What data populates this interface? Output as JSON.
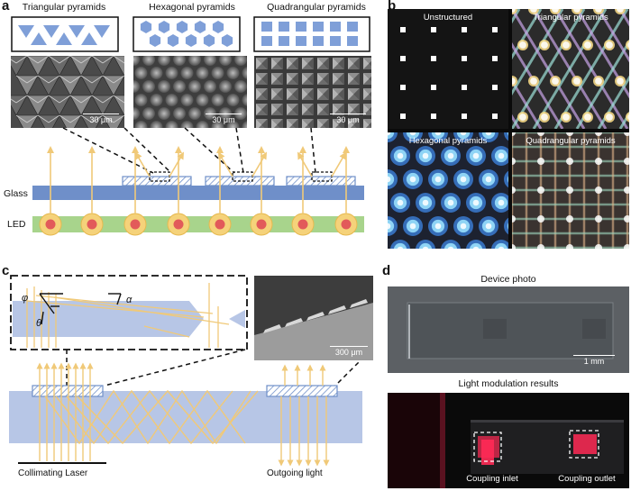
{
  "panel_a": {
    "letter": "a",
    "captions": [
      "Triangular pyramids",
      "Hexagonal pyramids",
      "Quadrangular pyramids"
    ],
    "scale_label": "30 μm",
    "glass_label": "Glass",
    "led_label": "LED"
  },
  "panel_b": {
    "letter": "b",
    "labels": [
      "Unstructured",
      "Triangular pyramids",
      "Hexagonal pyramids",
      "Quadrangular pyramids"
    ]
  },
  "panel_c": {
    "letter": "c",
    "phi": "φ",
    "theta": "θ",
    "alpha": "α",
    "scale_label": "300 μm",
    "collimating_label": "Collimating Laser",
    "outgoing_label": "Outgoing light"
  },
  "panel_d": {
    "letter": "d",
    "device_title": "Device photo",
    "scale_label": "1 mm",
    "modulation_title": "Light modulation results",
    "inlet_label": "Coupling inlet",
    "outlet_label": "Coupling outlet"
  },
  "colors": {
    "glass": "#6f8fc9",
    "glass_light": "#b7c6e6",
    "led_green": "#a8d48c",
    "led_halo": "#f5d27a",
    "led_core": "#e25a5a",
    "ray": "#f0c978",
    "laser_red": "#ff2a55"
  }
}
